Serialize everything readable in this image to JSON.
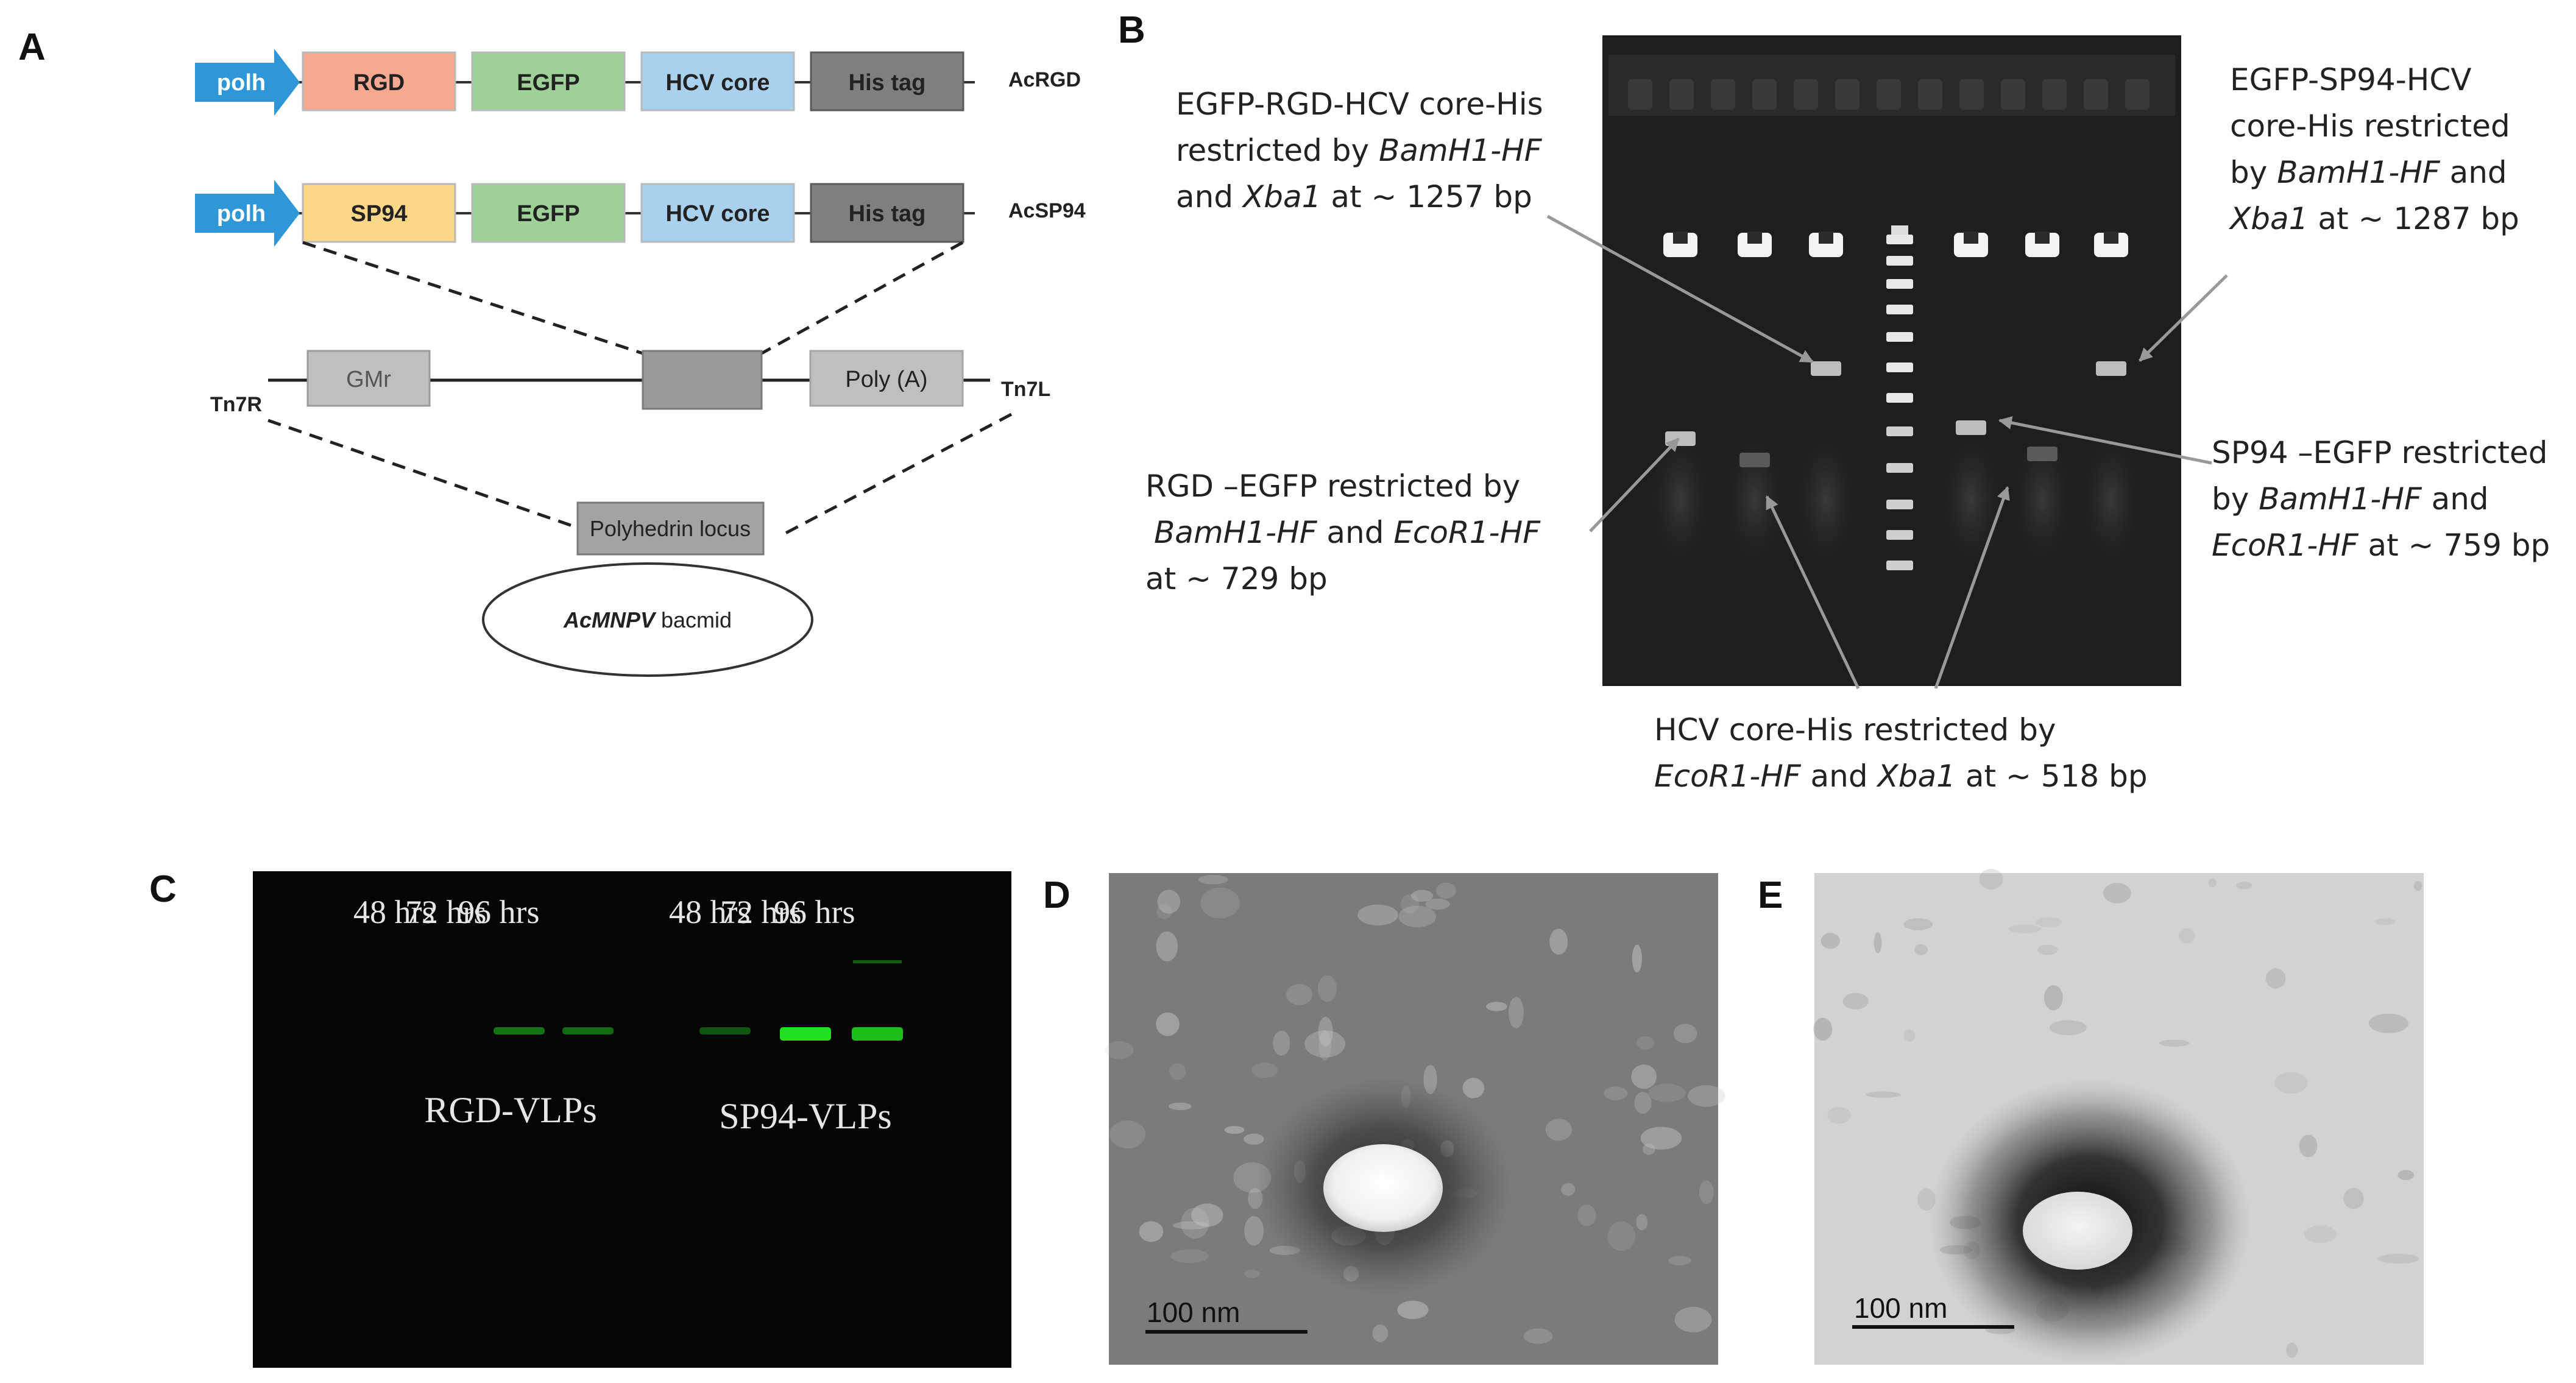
{
  "colors": {
    "polh": "#2f97d8",
    "rgd": "#f6a98f",
    "sp94": "#fbd787",
    "egfp": "#9ed197",
    "hcv": "#a9d1ee",
    "histag": "#7f7f7f",
    "gmr": "#bfbfbf",
    "gel_bg": "#1e1e1e",
    "wb_bg": "#050505",
    "wb_band": "#21e021"
  },
  "panels": {
    "a": "A",
    "b": "B",
    "c": "C",
    "d": "D",
    "e": "E"
  },
  "construct_a": {
    "polh": "polh",
    "rgd": "RGD",
    "egfp": "EGFP",
    "hcv": "HCV core",
    "his": "His tag",
    "name": "AcRGD"
  },
  "construct_b": {
    "polh": "polh",
    "sp94": "SP94",
    "egfp": "EGFP",
    "hcv": "HCV core",
    "his": "His tag",
    "name": "AcSP94"
  },
  "donor": {
    "gm": "GMr",
    "polya": "Poly (A)",
    "tn7r": "Tn7R",
    "tn7l": "Tn7L"
  },
  "bacmid": {
    "locus": "Polyhedrin locus",
    "name_italic": "AcMNPV",
    "name_rest": " bacmid"
  },
  "gel_annotations": {
    "egfp_rgd": [
      [
        {
          "t": "EGFP-RGD-HCV core-His",
          "i": false
        }
      ],
      [
        {
          "t": "restricted by ",
          "i": false
        },
        {
          "t": "BamH1-HF",
          "i": true
        }
      ],
      [
        {
          "t": "and ",
          "i": false
        },
        {
          "t": "Xba1",
          "i": true
        },
        {
          "t": " at ~ 1257 bp",
          "i": false
        }
      ]
    ],
    "egfp_sp94": [
      [
        {
          "t": "EGFP-SP94-HCV",
          "i": false
        }
      ],
      [
        {
          "t": "core-His restricted",
          "i": false
        }
      ],
      [
        {
          "t": "by ",
          "i": false
        },
        {
          "t": "BamH1-HF",
          "i": true
        },
        {
          "t": " and",
          "i": false
        }
      ],
      [
        {
          "t": "Xba1",
          "i": true
        },
        {
          "t": " at ~ 1287 bp",
          "i": false
        }
      ]
    ],
    "rgd_egfp": [
      [
        {
          "t": "RGD –EGFP restricted by",
          "i": false
        }
      ],
      [
        {
          "t": "BamH1-HF",
          "i": true
        },
        {
          "t": " and ",
          "i": false
        },
        {
          "t": "EcoR1-HF",
          "i": true
        }
      ],
      [
        {
          "t": "at ~ 729 bp",
          "i": false
        }
      ]
    ],
    "sp94_egfp": [
      [
        {
          "t": "SP94 –EGFP restricted",
          "i": false
        }
      ],
      [
        {
          "t": "by ",
          "i": false
        },
        {
          "t": "BamH1-HF",
          "i": true
        },
        {
          "t": " and",
          "i": false
        }
      ],
      [
        {
          "t": "EcoR1-HF",
          "i": true
        },
        {
          "t": "  at ~ 759 bp",
          "i": false
        }
      ]
    ],
    "hcv_his": [
      [
        {
          "t": "HCV core-His restricted by",
          "i": false
        }
      ],
      [
        {
          "t": "EcoR1-HF",
          "i": true
        },
        {
          "t": " and ",
          "i": false
        },
        {
          "t": "Xba1",
          "i": true
        },
        {
          "t": " at ~ 518 bp",
          "i": false
        }
      ]
    ]
  },
  "western_blot": {
    "times": [
      "48 hrs",
      "72 hrs",
      "96 hrs",
      "48 hrs",
      "72 hrs",
      "96 hrs"
    ],
    "band_intensity": [
      0,
      0.35,
      0.3,
      0.15,
      1.0,
      0.8
    ],
    "group1": "RGD-VLPs",
    "group2": "SP94-VLPs"
  },
  "tem": {
    "scale_d": "100 nm",
    "scale_e": "100 nm"
  }
}
